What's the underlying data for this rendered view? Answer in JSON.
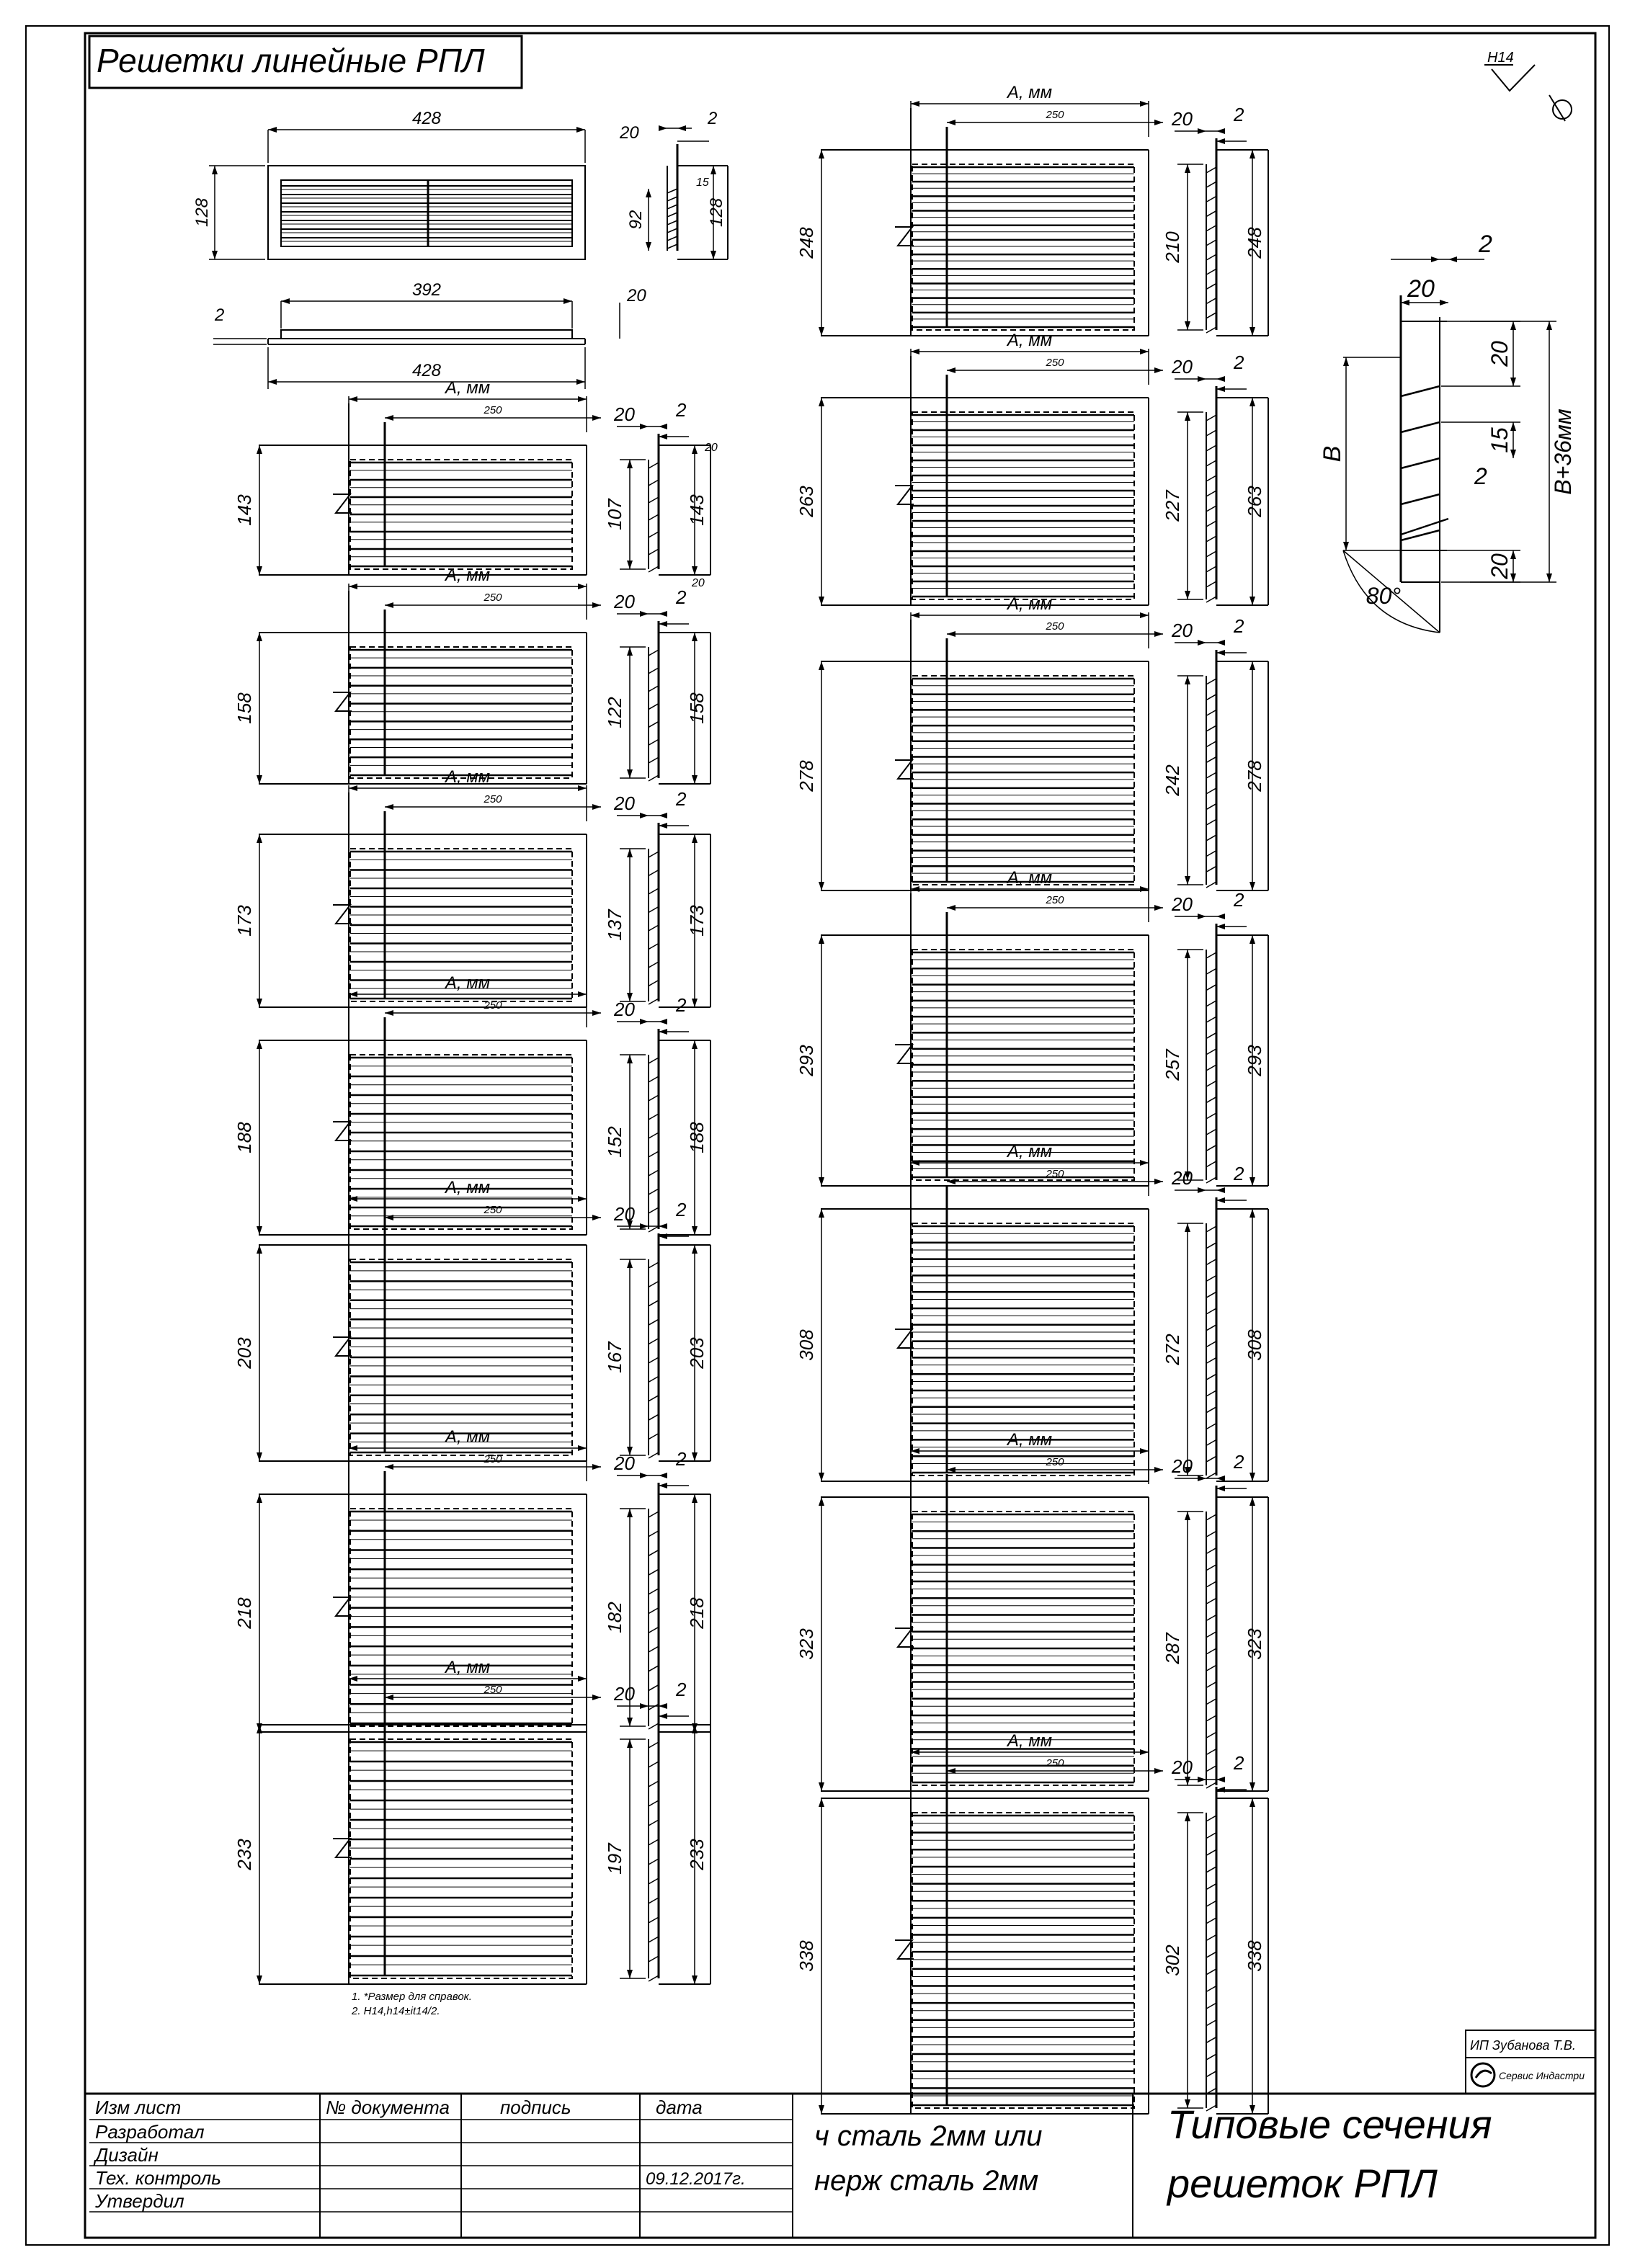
{
  "title": "Решетки линейные РПЛ",
  "roughness": "H14",
  "labels": {
    "a_mm": "А, мм",
    "inner_width": "250"
  },
  "top_views": {
    "front": {
      "width": "428",
      "height": "128"
    },
    "plan": {
      "inner": "392",
      "outer": "428",
      "thickness": "2",
      "depth": "20"
    },
    "side": {
      "depth": "20",
      "thickness": "2",
      "inner": "92",
      "pitch": "15",
      "outer": "128"
    }
  },
  "detail": {
    "thickness_top": "2",
    "depth": "20",
    "margin_top": "20",
    "pitch": "15",
    "blade": "2",
    "margin_bottom": "20",
    "b_label": "В",
    "total_label": "В+36мм",
    "angle": "80°"
  },
  "grilles_left": [
    {
      "h": "143",
      "inner": "107"
    },
    {
      "h": "158",
      "inner": "122"
    },
    {
      "h": "173",
      "inner": "137"
    },
    {
      "h": "188",
      "inner": "152"
    },
    {
      "h": "203",
      "inner": "167"
    },
    {
      "h": "218",
      "inner": "182"
    },
    {
      "h": "233",
      "inner": "197"
    }
  ],
  "grilles_right": [
    {
      "h": "248",
      "inner": "210"
    },
    {
      "h": "263",
      "inner": "227"
    },
    {
      "h": "278",
      "inner": "242"
    },
    {
      "h": "293",
      "inner": "257"
    },
    {
      "h": "308",
      "inner": "272"
    },
    {
      "h": "323",
      "inner": "287"
    },
    {
      "h": "338",
      "inner": "302"
    }
  ],
  "side_labels": {
    "depth": "20",
    "thickness": "2",
    "first_small": "20"
  },
  "notes": [
    "1. *Размер для справок.",
    "2. H14,h14±it14/2."
  ],
  "stamp": {
    "author": "ИП Зубанова Т.В.",
    "logo_text": "Сервис Индастри",
    "headers": {
      "izm": "Изм лист",
      "doc": "№ документа",
      "sign": "подпись",
      "date": "дата"
    },
    "rows": [
      {
        "role": "Разработал",
        "date": ""
      },
      {
        "role": "Дизайн",
        "date": ""
      },
      {
        "role": "Тех. контроль",
        "date": "09.12.2017г."
      },
      {
        "role": "Утвердил",
        "date": ""
      }
    ],
    "material_line1": "ч сталь 2мм или",
    "material_line2": "нерж сталь 2мм",
    "drawing_title_line1": "Типовые сечения",
    "drawing_title_line2": "решеток РПЛ"
  }
}
